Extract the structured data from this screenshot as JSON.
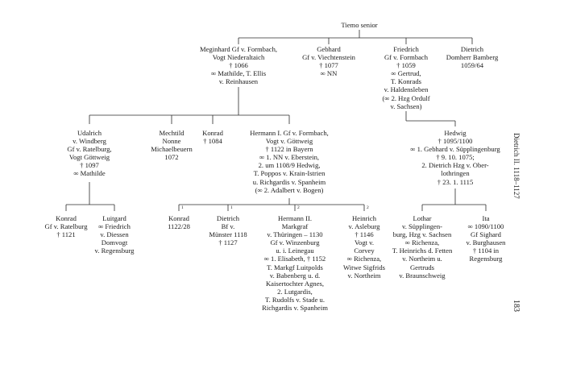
{
  "running_head": "Dietrich II. 1118–1127",
  "page_number": "183",
  "nodes": {
    "tiemo": [
      "Tiemo senior"
    ],
    "meginhard": [
      "Meginhard Gf v. Formbach,",
      "Vogt Niederaltaich",
      "† 1066",
      "∞ Mathilde, T. Ellis",
      "v. Reinhausen"
    ],
    "gebhard": [
      "Gebhard",
      "Gf v. Viechtenstein",
      "† 1077",
      "∞ NN"
    ],
    "friedrich": [
      "Friedrich",
      "Gf v. Formbach",
      "† 1059",
      "∞ Gertrud,",
      "T. Konrads",
      "v. Haldensleben",
      "(∞ 2. Hzg Ordulf",
      "v. Sachsen)"
    ],
    "dietrich_dom": [
      "Dietrich",
      "Domherr Bamberg",
      "1059/64"
    ],
    "udalrich": [
      "Udalrich",
      "v. Windberg",
      "Gf v. Ratelburg,",
      "Vogt Göttweig",
      "† 1097",
      "∞ Mathilde"
    ],
    "mechtild": [
      "Mechtild",
      "Nonne",
      "Michaelbeuern",
      "1072"
    ],
    "konrad_1084": [
      "Konrad",
      "† 1084"
    ],
    "hermann1": [
      "Hermann I. Gf v. Formbach,",
      "Vogt v. Göttweig",
      "† 1122 in Bayern",
      "∞ 1. NN v. Eberstein,",
      "2. um 1108/9 Hedwig,",
      "T. Poppos v. Krain-Istrien",
      "u. Richgardis v. Spanheim",
      "(∞ 2. Adalbert v. Bogen)"
    ],
    "hedwig": [
      "Hedwig",
      "† 1095/1100",
      "∞ 1. Gebhard v. Süpplingenburg",
      "† 9. 10. 1075;",
      "2. Dietrich Hzg v. Ober-",
      "lothringen",
      "† 23. 1. 1115"
    ],
    "konrad_ratel": [
      "Konrad",
      "Gf v. Ratelburg",
      "† 1121"
    ],
    "luitgard": [
      "Luitgard",
      "∞ Friedrich",
      "v. Diessen",
      "Domvogt",
      "v. Regensburg"
    ],
    "konrad_1122": [
      "Konrad",
      "1122/28"
    ],
    "dietrich_bf": [
      "Dietrich",
      "Bf v.",
      "Münster 1118",
      "† 1127"
    ],
    "hermann2": [
      "Hermann II.",
      "Markgraf",
      "v. Thüringen – 1130",
      "Gf v. Winzenburg",
      "u. i. Leinegau",
      "∞ 1. Elisabeth, † 1152",
      "T. Markgf Luitpolds",
      "v. Babenberg  u. d.",
      "Kaisertochter Agnes,",
      "2. Lutgardis,",
      "T. Rudolfs v. Stade u.",
      "Richgardis v. Spanheim"
    ],
    "heinrich": [
      "Heinrich",
      "v. Asleburg",
      "† 1146",
      "Vogt v.",
      "Corvey",
      "∞ Richenza,",
      "Witwe Sigfrids",
      "v. Northeim"
    ],
    "lothar": [
      "Lothar",
      "v. Süpplingen-",
      "burg, Hzg v. Sachsen",
      "∞ Richenza,",
      "T. Heinrichs d. Fetten",
      "v. Northeim u.",
      "Gertruds",
      "v. Braunschweig"
    ],
    "ita": [
      "Ita",
      "∞ 1090/1100",
      "Gf Sighard",
      "v. Burghausen",
      "† 1104 in",
      "Regensburg"
    ]
  },
  "marks": {
    "konrad_1122": "1",
    "dietrich_bf": "1",
    "hermann2": "2",
    "heinrich": "2"
  }
}
